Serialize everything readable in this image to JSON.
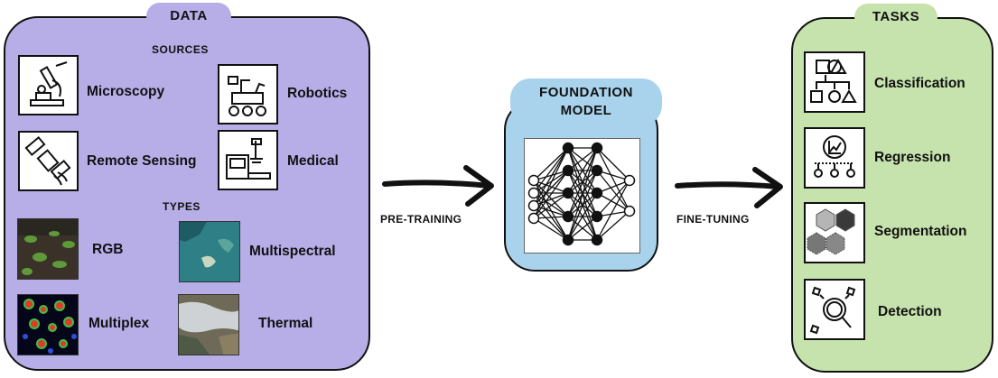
{
  "data_section": {
    "title": "DATA",
    "sources_heading": "SOURCES",
    "types_heading": "TYPES",
    "sources": [
      {
        "label": "Microscopy",
        "icon": "microscope-icon"
      },
      {
        "label": "Robotics",
        "icon": "robot-rover-icon"
      },
      {
        "label": "Remote Sensing",
        "icon": "satellite-icon"
      },
      {
        "label": "Medical",
        "icon": "medical-scanner-icon"
      }
    ],
    "types": [
      {
        "label": "RGB",
        "image": "plant-field-photo"
      },
      {
        "label": "Multispectral",
        "image": "satellite-coast-image"
      },
      {
        "label": "Multiplex",
        "image": "fluorescent-cells-image"
      },
      {
        "label": "Thermal",
        "image": "smoke-plume-image"
      }
    ],
    "panel_color": "#b7aee8"
  },
  "model": {
    "title_line1": "FOUNDATION",
    "title_line2": "MODEL",
    "icon": "neural-network-icon",
    "panel_color": "#a9d3ec"
  },
  "arrows": {
    "pretraining_label": "PRE-TRAINING",
    "finetuning_label": "FINE-TUNING"
  },
  "tasks_section": {
    "title": "TASKS",
    "items": [
      {
        "label": "Classification",
        "icon": "shapes-hierarchy-icon"
      },
      {
        "label": "Regression",
        "icon": "trend-chart-icon"
      },
      {
        "label": "Segmentation",
        "icon": "hexagon-segments-icon"
      },
      {
        "label": "Detection",
        "icon": "magnifier-detection-icon"
      }
    ],
    "panel_color": "#c6e2ad"
  }
}
